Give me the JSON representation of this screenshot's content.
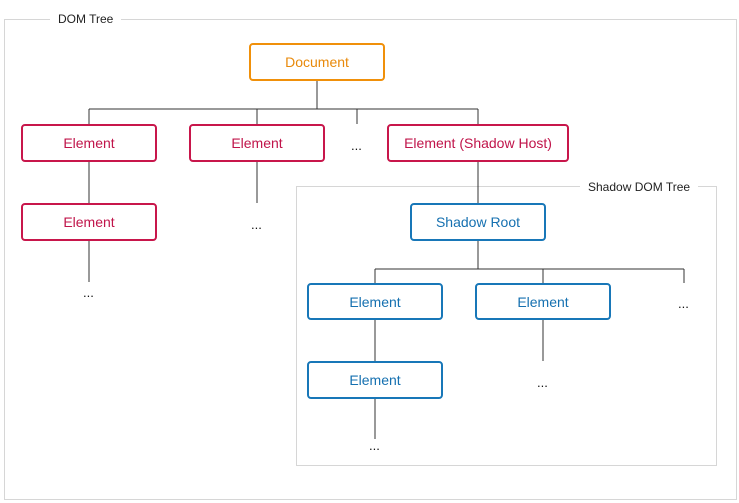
{
  "dom_tree": {
    "label": "DOM Tree",
    "document": "Document",
    "element_1": "Element",
    "element_2": "Element",
    "ellipsis_row": "...",
    "shadow_host": "Element (Shadow Host)",
    "element_1_child": "Element",
    "element_1_child_more": "...",
    "element_2_more": "..."
  },
  "shadow_dom_tree": {
    "label": "Shadow DOM Tree",
    "shadow_root": "Shadow Root",
    "element_1": "Element",
    "element_2": "Element",
    "ellipsis_row": "...",
    "element_1_child": "Element",
    "element_1_child_more": "...",
    "element_2_more": "..."
  },
  "colors": {
    "document": "#f0900a",
    "light_dom_element": "#c8164b",
    "shadow_dom_element": "#1877b8",
    "frame": "#d6d6d6",
    "connector": "#333333"
  }
}
